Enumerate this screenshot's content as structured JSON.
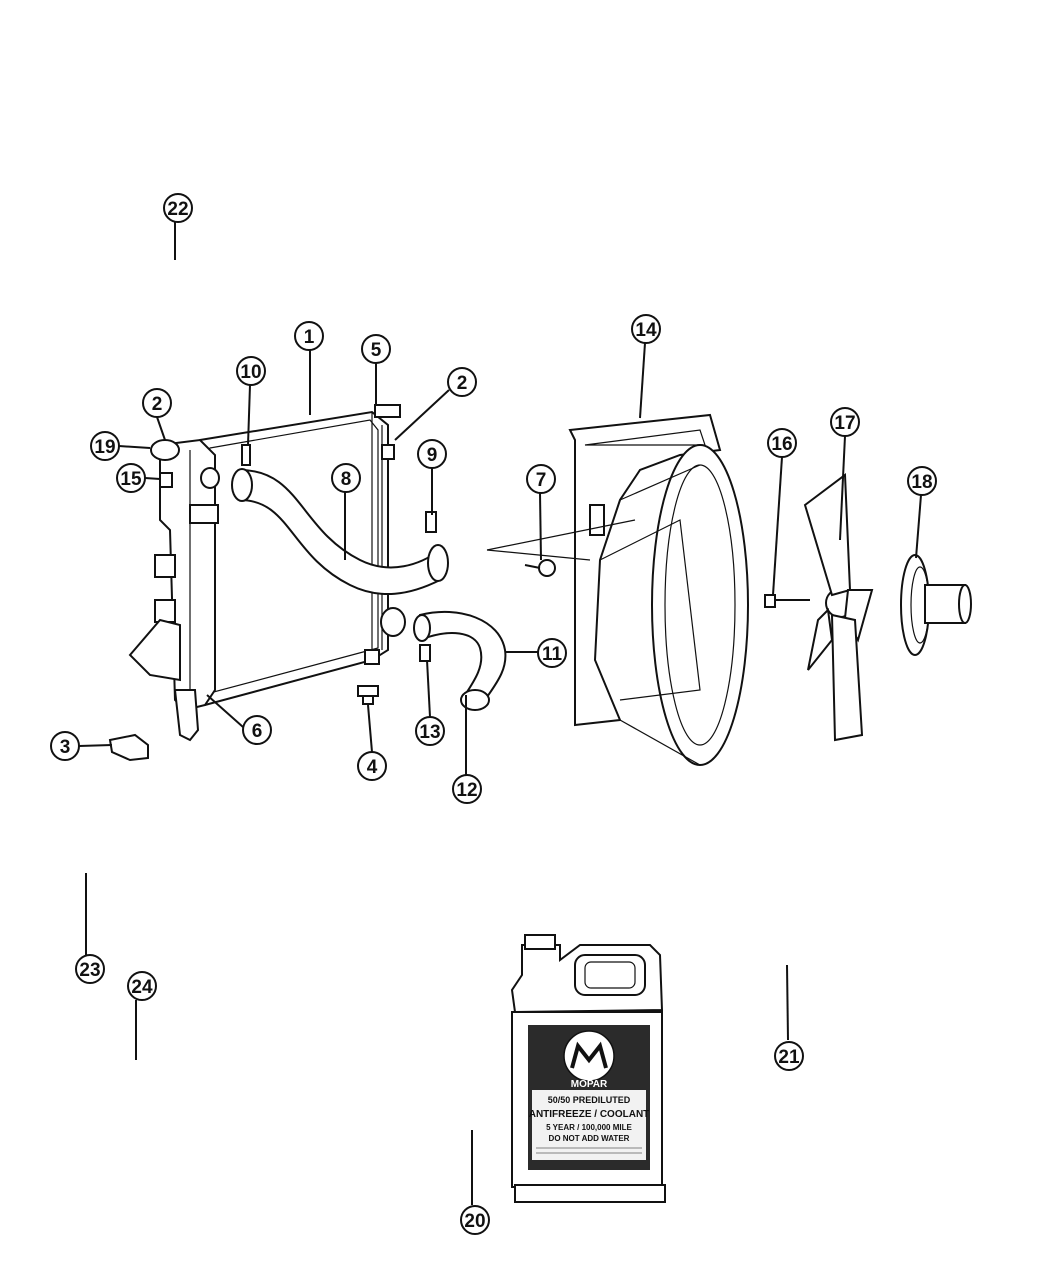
{
  "callouts": {
    "c1": "1",
    "c2a": "2",
    "c2b": "2",
    "c3": "3",
    "c4": "4",
    "c5": "5",
    "c6": "6",
    "c7": "7",
    "c8": "8",
    "c9": "9",
    "c10": "10",
    "c11": "11",
    "c12": "12",
    "c13": "13",
    "c14": "14",
    "c15": "15",
    "c16": "16",
    "c17": "17",
    "c18": "18",
    "c19": "19",
    "c20": "20",
    "c21": "21",
    "c22": "22",
    "c23": "23",
    "c24": "24"
  },
  "coolant_label": {
    "brand": "MOPAR",
    "line1": "50/50 PREDILUTED",
    "line2": "ANTIFREEZE / COOLANT",
    "line3": "5 YEAR / 100,000 MILE",
    "line4": "DO NOT ADD WATER"
  }
}
